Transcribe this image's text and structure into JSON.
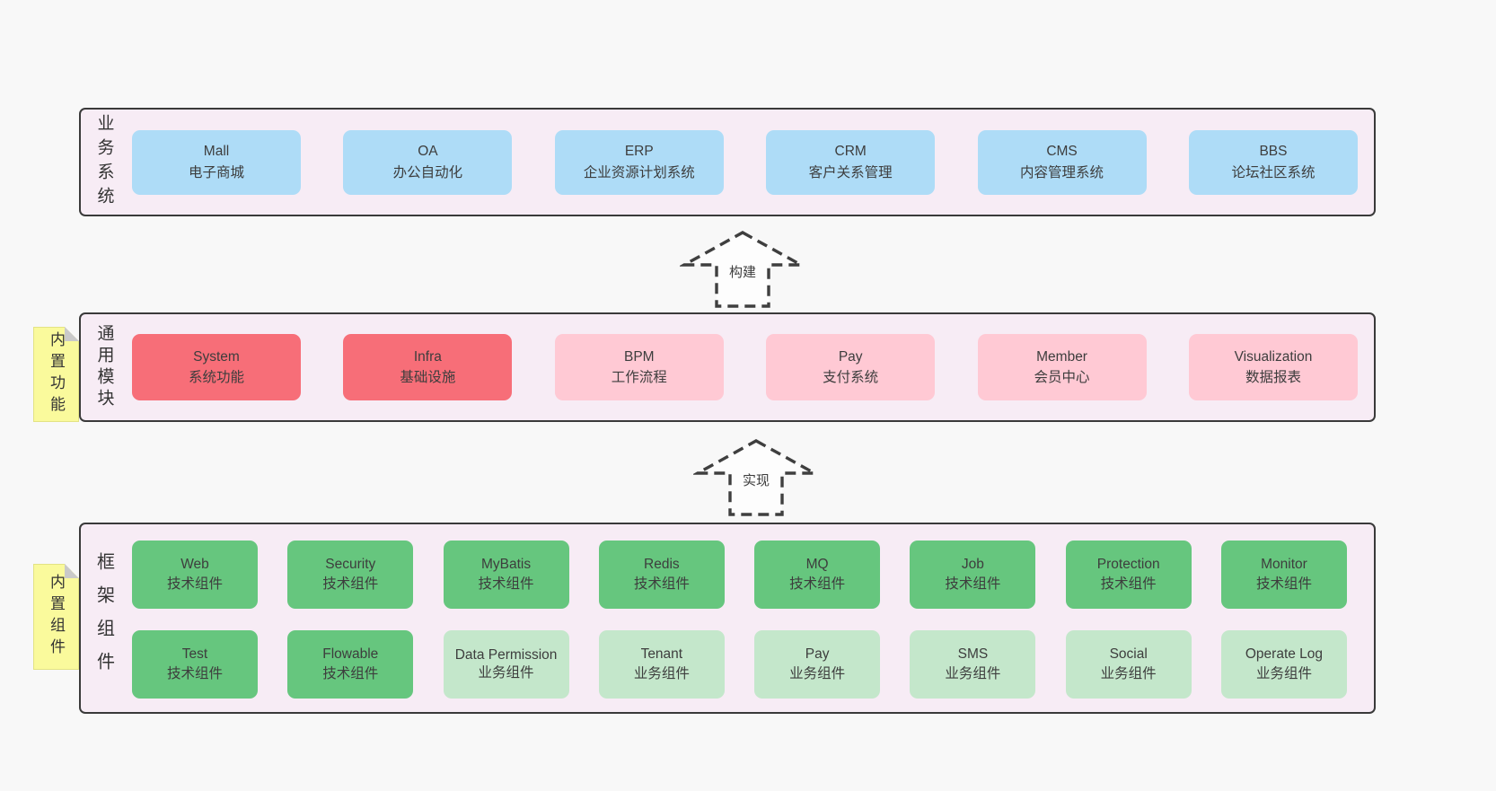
{
  "colors": {
    "page_bg": "#f8f8f8",
    "panel_bg": "#f7ecf5",
    "panel_border": "#3a3a3a",
    "blue_box": "#aedcf7",
    "red_box": "#f76e78",
    "pink_box": "#ffc9d4",
    "green_box": "#66c67e",
    "light_green_box": "#c4e7cb",
    "sticky_yellow": "#fafa9c"
  },
  "layers": {
    "business": {
      "label": "业务系统",
      "items": [
        {
          "title": "Mall",
          "subtitle": "电子商城"
        },
        {
          "title": "OA",
          "subtitle": "办公自动化"
        },
        {
          "title": "ERP",
          "subtitle": "企业资源计划系统"
        },
        {
          "title": "CRM",
          "subtitle": "客户关系管理"
        },
        {
          "title": "CMS",
          "subtitle": "内容管理系统"
        },
        {
          "title": "BBS",
          "subtitle": "论坛社区系统"
        }
      ]
    },
    "modules": {
      "label": "通用模块",
      "sticky": "内置功能",
      "items": [
        {
          "title": "System",
          "subtitle": "系统功能",
          "variant": "red"
        },
        {
          "title": "Infra",
          "subtitle": "基础设施",
          "variant": "red"
        },
        {
          "title": "BPM",
          "subtitle": "工作流程",
          "variant": "pink"
        },
        {
          "title": "Pay",
          "subtitle": "支付系统",
          "variant": "pink"
        },
        {
          "title": "Member",
          "subtitle": "会员中心",
          "variant": "pink"
        },
        {
          "title": "Visualization",
          "subtitle": "数据报表",
          "variant": "pink"
        }
      ]
    },
    "framework": {
      "label": "框架组件",
      "sticky": "内置组件",
      "row1": [
        {
          "title": "Web",
          "subtitle": "技术组件",
          "variant": "green"
        },
        {
          "title": "Security",
          "subtitle": "技术组件",
          "variant": "green"
        },
        {
          "title": "MyBatis",
          "subtitle": "技术组件",
          "variant": "green"
        },
        {
          "title": "Redis",
          "subtitle": "技术组件",
          "variant": "green"
        },
        {
          "title": "MQ",
          "subtitle": "技术组件",
          "variant": "green"
        },
        {
          "title": "Job",
          "subtitle": "技术组件",
          "variant": "green"
        },
        {
          "title": "Protection",
          "subtitle": "技术组件",
          "variant": "green"
        },
        {
          "title": "Monitor",
          "subtitle": "技术组件",
          "variant": "green"
        }
      ],
      "row2": [
        {
          "title": "Test",
          "subtitle": "技术组件",
          "variant": "green"
        },
        {
          "title": "Flowable",
          "subtitle": "技术组件",
          "variant": "green"
        },
        {
          "title": "Data Permission",
          "subtitle": "业务组件",
          "variant": "lightgreen"
        },
        {
          "title": "Tenant",
          "subtitle": "业务组件",
          "variant": "lightgreen"
        },
        {
          "title": "Pay",
          "subtitle": "业务组件",
          "variant": "lightgreen"
        },
        {
          "title": "SMS",
          "subtitle": "业务组件",
          "variant": "lightgreen"
        },
        {
          "title": "Social",
          "subtitle": "业务组件",
          "variant": "lightgreen"
        },
        {
          "title": "Operate Log",
          "subtitle": "业务组件",
          "variant": "lightgreen"
        }
      ]
    }
  },
  "arrows": [
    {
      "label": "构建"
    },
    {
      "label": "实现"
    }
  ]
}
